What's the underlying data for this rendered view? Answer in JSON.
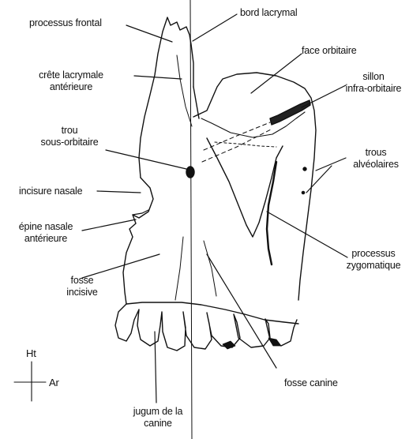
{
  "title": "",
  "labels": {
    "processus_frontal": "processus frontal",
    "bord_lacrymal": "bord lacrymal",
    "face_orbitaire": "face orbitaire",
    "crete_lacrymale_1": "crête lacrymale",
    "crete_lacrymale_2": "antérieure",
    "sillon_1": "sillon",
    "sillon_2": "infra-orbitaire",
    "trou_so_1": "trou",
    "trou_so_2": "sous-orbitaire",
    "trous_alv_1": "trous",
    "trous_alv_2": "alvéolaires",
    "incisure_nasale": "incisure nasale",
    "epine_1": "épine nasale",
    "epine_2": "antérieure",
    "processus_zyg_1": "processus",
    "processus_zyg_2": "zygomatique",
    "fosse_incisive_1": "fosse",
    "fosse_incisive_2": "incisive",
    "fosse_canine": "fosse canine",
    "jugum_1": "jugum de la",
    "jugum_2": "canine"
  },
  "orientation": {
    "up": "Ht",
    "rear": "Ar"
  }
}
